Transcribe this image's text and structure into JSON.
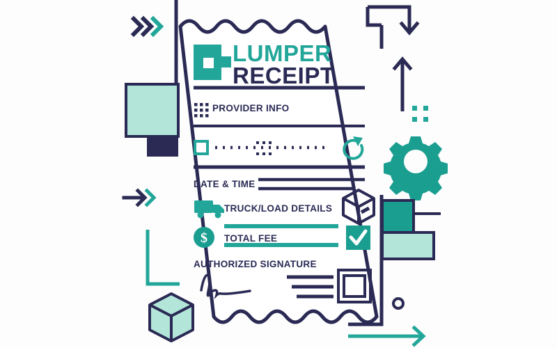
{
  "document": {
    "kind": "lumper-receipt-illustration",
    "background_color": "#fdfdfd",
    "paper_color": "#ffffff"
  },
  "palette": {
    "navy": "#2a2a55",
    "teal": "#22a699",
    "teal_dark": "#179e90",
    "mint": "#b3e6d9",
    "teal_solid": "#1a9e90"
  },
  "brand": {
    "logo_icon": "lumper-logo-mark",
    "title_line1": "LUMPER",
    "title_line2": "RECEIPT"
  },
  "receipt": {
    "rows": [
      {
        "id": "provider-info",
        "icon": "dot-grid-icon",
        "label": "PROVIDER INFO"
      },
      {
        "id": "reference-line",
        "icon": "square-outline-icon",
        "label": "",
        "trailing_icon": "refresh-icon",
        "filler": "dotted-line"
      },
      {
        "id": "date-time",
        "icon": "",
        "label": "DATE & TIME",
        "filler": "double-rule"
      },
      {
        "id": "truck-load-details",
        "icon": "truck-icon",
        "label": "TRUCK/LOAD DETAILS",
        "trailing_icon": "box-icon"
      },
      {
        "id": "total-fee",
        "icon": "dollar-coin-icon",
        "label": "TOTAL FEE",
        "trailing_icon": "checkmark-icon"
      },
      {
        "id": "authorized-signature",
        "icon": "",
        "label": "AUTHORIZED SIGNATURE",
        "trailing_icon": "stamp-square-icon",
        "extra_icon": "signature-mark"
      }
    ]
  },
  "decorations": [
    {
      "name": "chevrons-top-left",
      "colors": [
        "#2a2a55",
        "#2a2a55",
        "#22a699"
      ]
    },
    {
      "name": "mint-square-left",
      "color": "#b3e6d9"
    },
    {
      "name": "navy-block-left",
      "color": "#2a2a55"
    },
    {
      "name": "arrow-chevrons-mid-left",
      "colors": [
        "#2a2a55",
        "#22a699"
      ]
    },
    {
      "name": "teal-bracket-left",
      "color": "#22a699"
    },
    {
      "name": "mint-cube-bottom-left",
      "color": "#b3e6d9"
    },
    {
      "name": "navy-hook-arrow-top-right",
      "color": "#2a2a55"
    },
    {
      "name": "navy-up-arrow-right",
      "color": "#2a2a55"
    },
    {
      "name": "teal-dots-2x2-right",
      "color": "#22a699"
    },
    {
      "name": "gear-icon-right",
      "color": "#1a9e90"
    },
    {
      "name": "teal-block-right",
      "color": "#1a9e90"
    },
    {
      "name": "mint-block-right",
      "color": "#b3e6d9"
    },
    {
      "name": "small-circle-right",
      "color": "#2a2a55"
    },
    {
      "name": "teal-arrow-bottom-right",
      "color": "#22a699"
    },
    {
      "name": "navy-frame-line",
      "color": "#2a2a55"
    }
  ]
}
